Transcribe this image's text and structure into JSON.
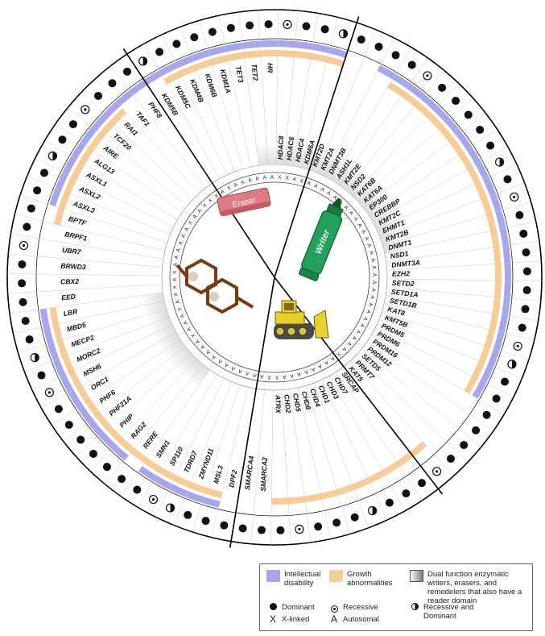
{
  "categories": [
    {
      "name": "Eraser",
      "label": "Eraser",
      "genes": [
        "KDM5B",
        "KDM5C",
        "KDM4B",
        "KDM6B",
        "KDM1A",
        "TET3",
        "TET2",
        "HR",
        "HDAC8",
        "HDAC6",
        "HDAC4",
        "KDM6A"
      ]
    },
    {
      "name": "Writer",
      "label": "Writer",
      "genes": [
        "KMT2D",
        "KMT2A",
        "DNMT3B",
        "ASH1L",
        "KMT2E",
        "NSD2",
        "KAT6B",
        "KAT6A",
        "EP300",
        "CREBBP",
        "KMT2C",
        "EHMT1",
        "KMT2B",
        "DNMT1",
        "NSD1",
        "DNMT3A",
        "EZH2",
        "SETD2",
        "SETD1A",
        "SETD1B",
        "KAT8",
        "KMT5B",
        "PRDM5",
        "PRDM6",
        "PRDM16",
        "PRDM12",
        "SETD5",
        "PRMT7",
        "KAT5"
      ]
    },
    {
      "name": "Remodeler",
      "label": "",
      "genes": [
        "SRCAP",
        "CHD7",
        "CHD3",
        "CHD1",
        "CHD4",
        "CHD8",
        "CHD5",
        "CHD2",
        "ATRX",
        "SMARCA2",
        "SMARCA4"
      ]
    },
    {
      "name": "Reader",
      "label": "",
      "genes": [
        "DPF2",
        "MSL3",
        "ZMYND11",
        "TDRD7",
        "SP110",
        "SMN1",
        "RERE",
        "RAG2",
        "PHIP",
        "PHF21A",
        "PHF6",
        "ORC1",
        "MSH6",
        "MORC2",
        "MECP2",
        "MBD5",
        "LBR",
        "EED",
        "CBX2",
        "BRWD3",
        "UBR7",
        "BRPF1",
        "BPTF",
        "ASXL3",
        "ASXL2",
        "ASXL1",
        "ALG13",
        "AIRE",
        "TCF20",
        "RAI1",
        "TAF1",
        "PHF8"
      ]
    }
  ],
  "colors": {
    "intellectual_disability": "#a6a6ec",
    "growth_abnormalities": "#f7cc95",
    "dividers": "#000000",
    "eraser_body": "#e07b84",
    "writer_body": "#23a05a",
    "bulldozer": "#e8d12c",
    "reader_glasses": "#7a3b14"
  },
  "icons": {
    "eraser": "eraser-icon",
    "writer": "marker-icon",
    "remodeler": "bulldozer-icon",
    "reader": "glasses-icon"
  },
  "legend": {
    "intellectual_disability": "Intellectual disability",
    "growth_abnormalities": "Growth abnormalities",
    "dual_function": "Dual function enzymatic writers, erasers, and remodelers that also have a reader domain",
    "dominant": "Dominant",
    "recessive": "Recessive",
    "recessive_dominant": "Recessive and Dominant",
    "x_linked": "X-linked",
    "autosomal": "Autosomal",
    "x_symbol": "X",
    "a_symbol": "A"
  }
}
